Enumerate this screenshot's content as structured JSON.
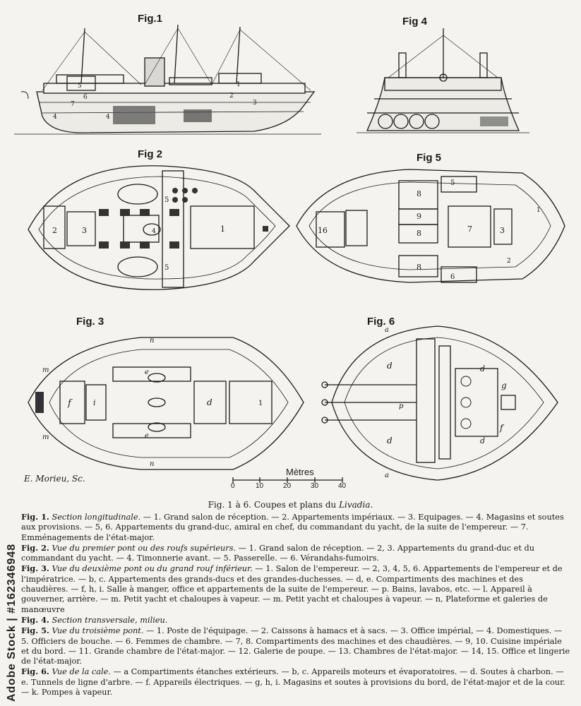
{
  "figures": {
    "fig1": "Fig.1",
    "fig2": "Fig 2",
    "fig3": "Fig. 3",
    "fig4": "Fig 4",
    "fig5": "Fig 5",
    "fig6": "Fig. 6"
  },
  "signature": "E. Morieu, Sc.",
  "scale": {
    "label": "Mètres",
    "ticks": [
      "0",
      "10",
      "20",
      "30",
      "40"
    ]
  },
  "caption_title": {
    "prefix": "Fig. 1 à 6. Coupes et plans du ",
    "ship": "Livadia",
    "suffix": "."
  },
  "captions": [
    {
      "lead": "Fig. 1.",
      "title": "Section longitudinale.",
      "body": " — 1. Grand salon de réception. — 2. Appartements impériaux. — 3. Equipages. — 4. Magasins et soutes aux provisions. — 5, 6. Appartements du grand-duc, amiral en chef, du commandant du yacht, de la suite de l'empereur. — 7. Emménagements de l'état-major."
    },
    {
      "lead": "Fig. 2.",
      "title": "Vue du premier pont ou des roufs supérieurs.",
      "body": " — 1. Grand salon de réception. — 2, 3. Appartements du grand-duc et du commandant du yacht. — 4. Timonnerie avant. — 5. Passerelle. — 6. Vérandahs-fumoirs."
    },
    {
      "lead": "Fig. 3.",
      "title": "Vue du deuxième pont ou du grand rouf inférieur.",
      "body": " — 1. Salon de l'empereur. — 2, 3, 4, 5, 6. Appartements de l'empereur et de l'impératrice. — b, c. Appartements des grands-ducs et des grandes-duchesses. — d, e. Compartiments des machines et des chaudières. — f, h, i. Salle à manger, office et appartements de la suite de l'empereur. — p. Bains, lavabos, etc. — l. Appareil à gouverner, arrière. — m. Petit yacht et chaloupes à vapeur. — m. Petit yacht et chaloupes à vapeur. — n, Plateforme et galeries de manœuvre"
    },
    {
      "lead": "Fig. 4.",
      "title": "Section transversale, milieu.",
      "body": ""
    },
    {
      "lead": "Fig. 5.",
      "title": "Vue du troisième pont.",
      "body": " — 1. Poste de l'équipage. — 2. Caissons à hamacs et à sacs. — 3. Office impérial, — 4. Domestiques. — 5. Officiers de bouche. — 6. Femmes de chambre. — 7, 8. Compartiments des machines et des chaudières. — 9, 10. Cuisine impériale et du bord. — 11. Grande chambre de l'état-major. — 12. Galerie de poupe. — 13. Chambres de l'état-major. — 14, 15. Office et lingerie de l'état-major."
    },
    {
      "lead": "Fig. 6.",
      "title": "Vue de la cale.",
      "body": " — a Compartiments étanches extérieurs. — b, c. Appareils moteurs et évaporatoires. — d. Soutes à charbon. — e. Tunnels de ligne d'arbre. — f. Appareils électriques. — g, h, i. Magasins et soutes à provisions du bord, de l'état-major et de la cour. — k. Pompes à vapeur."
    }
  ],
  "watermark": "Adobe Stock | #162346948",
  "colors": {
    "paper": "#f4f3ef",
    "ink": "#1a1a1a"
  }
}
